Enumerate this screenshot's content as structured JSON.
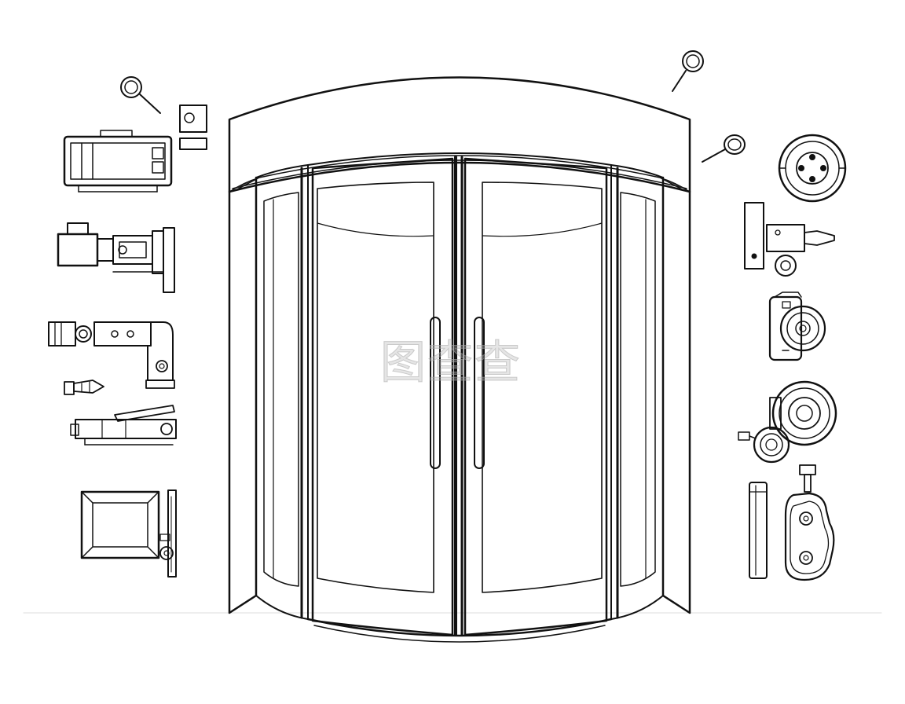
{
  "watermark": "图查查",
  "colors": {
    "line": "#111111",
    "background": "#ffffff",
    "watermark": "#b4b4b4"
  },
  "components": {
    "door": [
      "curved-canopy",
      "left-curved-wing",
      "right-curved-wing",
      "left-glass-panel",
      "right-glass-panel",
      "left-pull-handle",
      "right-pull-handle"
    ],
    "left_column": [
      "key-ring",
      "control-box",
      "drive-motor",
      "sensor-unit",
      "hinge-bracket",
      "pivot-bearing",
      "connector-plug",
      "lock-mechanism",
      "frame-bracket"
    ],
    "right_column": [
      "key-ring-top",
      "key-ring-small",
      "bearing-disc",
      "mount-bracket",
      "gear-motor",
      "gear-assembly",
      "edge-profile",
      "cam-link"
    ]
  }
}
